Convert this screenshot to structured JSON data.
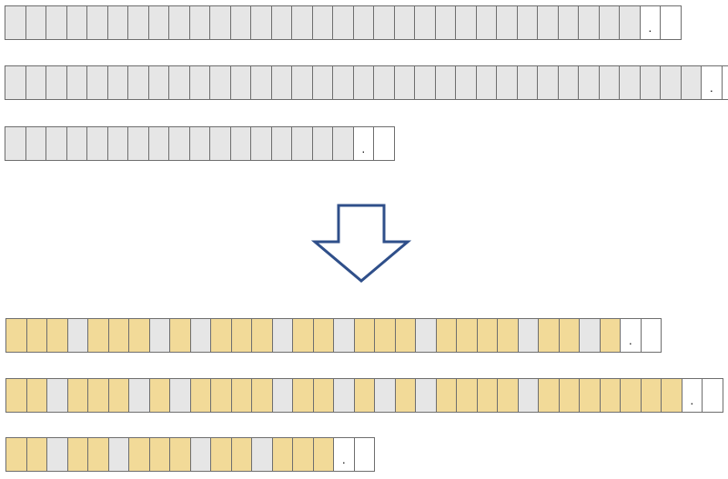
{
  "dot_glyph": ".",
  "colors": {
    "unselected": "#e6e6e6",
    "selected": "#f2da98",
    "terminal": "#ffffff",
    "arrow_stroke": "#2f4f8a"
  },
  "rows_before": [
    {
      "pattern": "gggggggggggggggggggggggggggggggdw"
    },
    {
      "pattern": "ggggggggggggggggggggggggggggggggggdw"
    },
    {
      "pattern": "gggggggggggggggggdw"
    }
  ],
  "rows_after": [
    {
      "pattern": "yyygyyygygyyygyygyyygyyyygyygydw"
    },
    {
      "pattern": "yygyyygygyyyygyygygygyyyygyyyyyyydw"
    },
    {
      "pattern": "yygyygyyygyygyyydw"
    }
  ]
}
